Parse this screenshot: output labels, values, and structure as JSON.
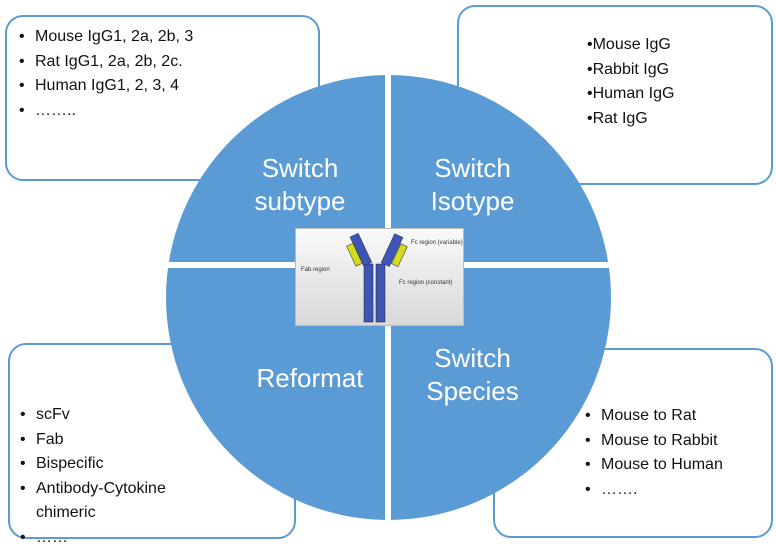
{
  "quadrants": {
    "top_left": {
      "title": [
        "Switch",
        "subtype"
      ],
      "items": [
        "Mouse IgG1, 2a, 2b, 3",
        "Rat IgG1, 2a, 2b, 2c.",
        "Human IgG1, 2, 3, 4",
        "…….."
      ]
    },
    "top_right": {
      "title": [
        "Switch",
        "Isotype"
      ],
      "items": [
        "•Mouse IgG",
        "•Rabbit IgG",
        "•Human IgG",
        "•Rat IgG"
      ]
    },
    "bottom_left": {
      "title": [
        "Reformat"
      ],
      "items": [
        "scFv",
        "Fab",
        "Bispecific",
        "Antibody-Cytokine chimeric",
        "……"
      ]
    },
    "bottom_right": {
      "title": [
        "Switch",
        "Species"
      ],
      "items": [
        "Mouse to Rat",
        "Mouse to Rabbit",
        "Mouse to Human",
        "……."
      ]
    }
  },
  "center_image": {
    "labels": {
      "fab": "Fab region",
      "fc_variable": "Fc region (variable)",
      "fc_constant": "Fc region (constant)"
    }
  },
  "colors": {
    "circle": "#5b9bd5",
    "heavy_chain": "#3d55b5",
    "light_chain": "#d4dc1c"
  }
}
